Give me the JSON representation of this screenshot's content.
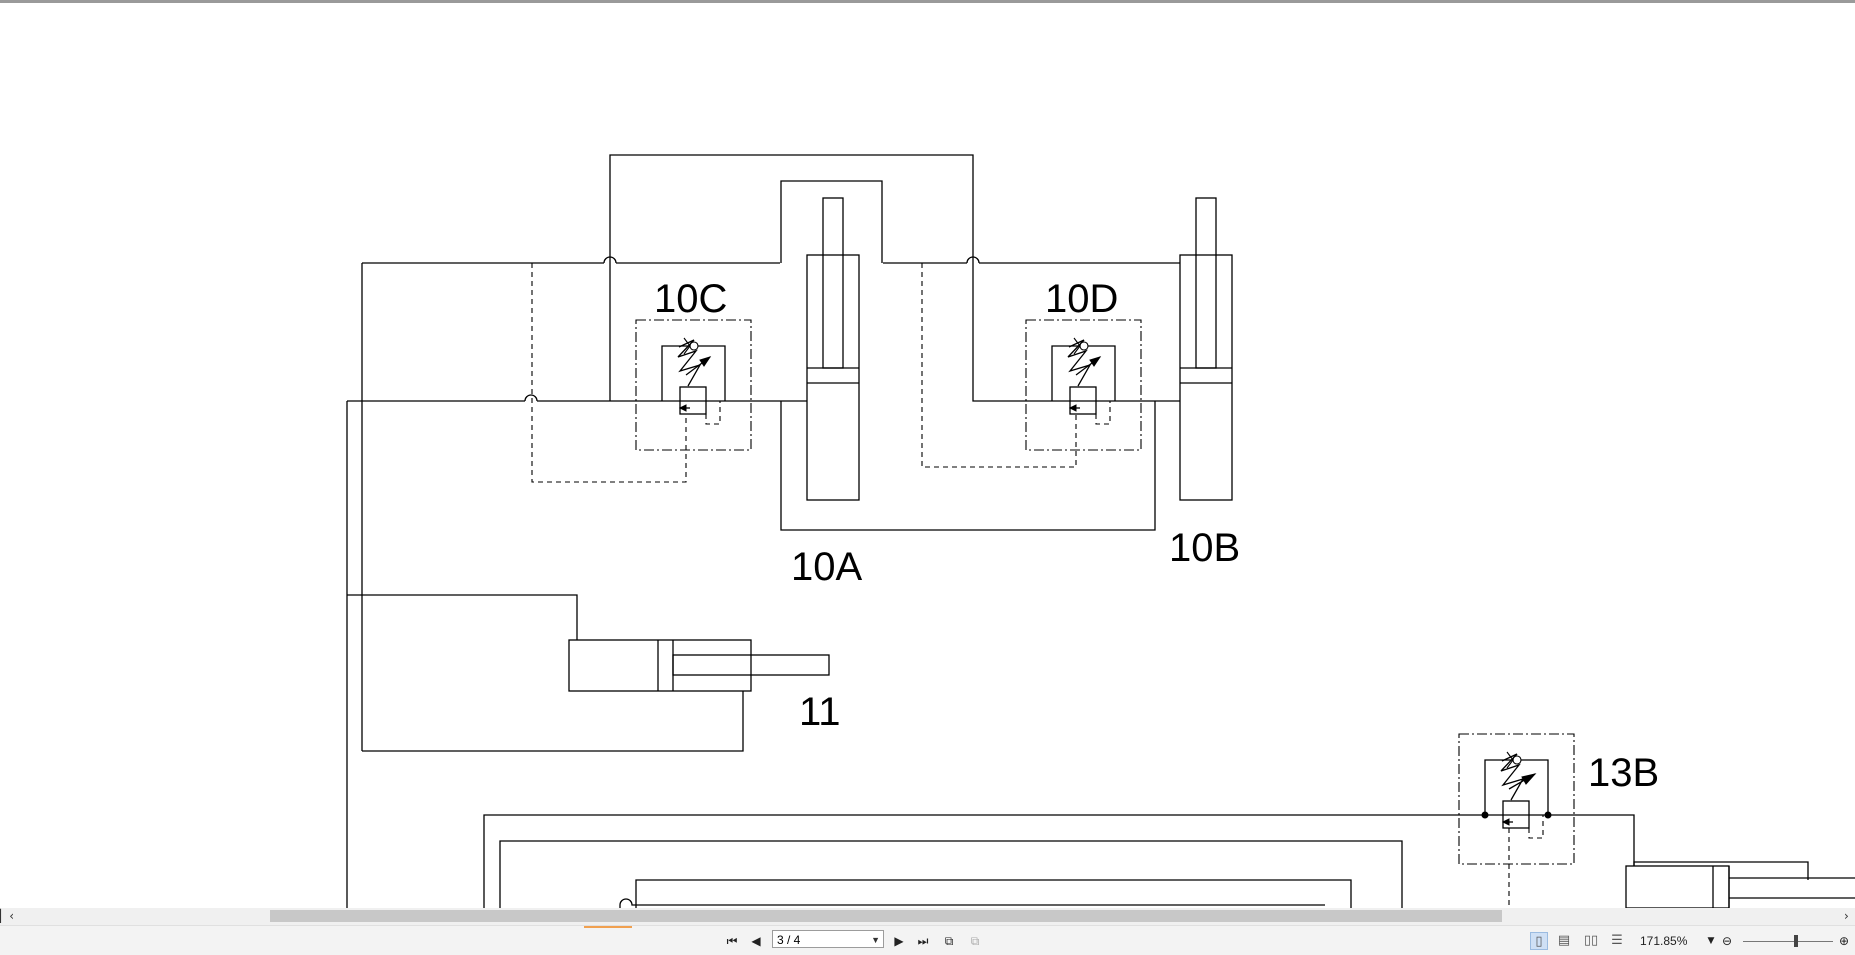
{
  "diagram": {
    "labels": {
      "10C": "10C",
      "10D": "10D",
      "10A": "10A",
      "10B": "10B",
      "11": "11",
      "13B": "13B"
    }
  },
  "statusbar": {
    "page_indicator": "3 / 4",
    "zoom": "171.85%",
    "icons": {
      "first": "first-page-icon",
      "prev": "previous-page-icon",
      "next": "next-page-icon",
      "last": "last-page-icon",
      "go_back": "go-back-icon",
      "go_forward": "go-forward-icon",
      "zoom_out": "zoom-out-icon",
      "zoom_in": "zoom-in-icon"
    }
  }
}
